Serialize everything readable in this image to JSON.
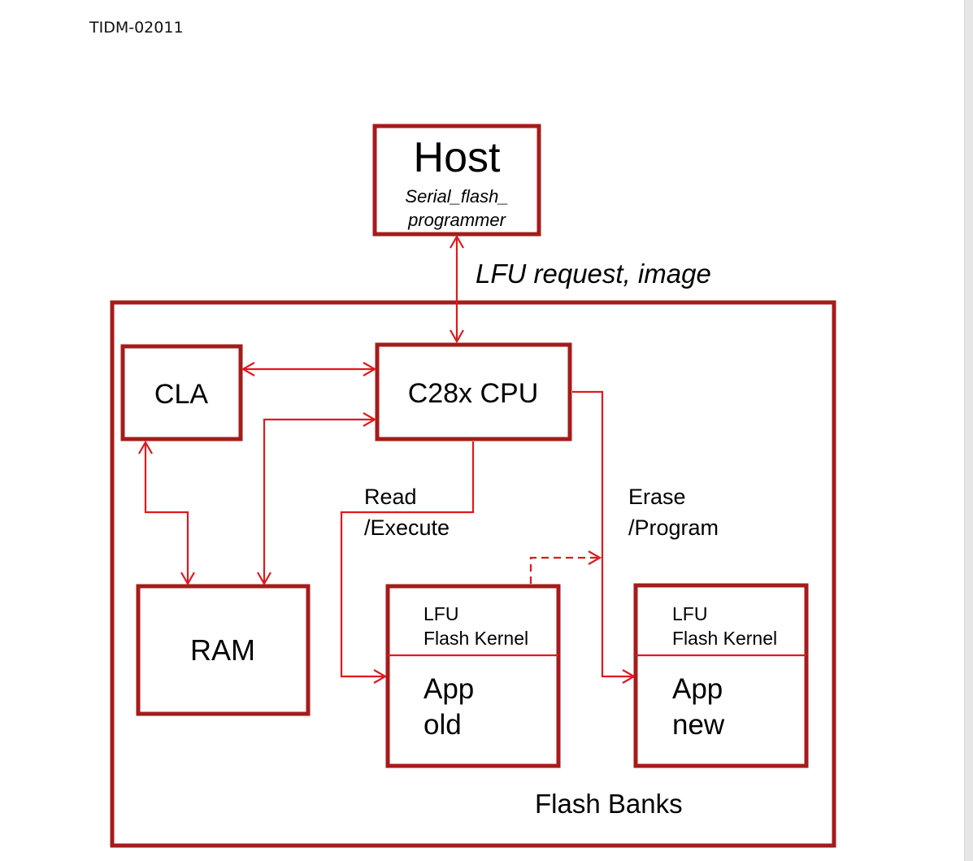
{
  "document": {
    "id": "TIDM-02011"
  },
  "diagram": {
    "host_title": "Host",
    "host_subtitle_1": "Serial_flash_",
    "host_subtitle_2": "programmer",
    "link_label": "LFU request, image",
    "cla": "CLA",
    "cpu": "C28x CPU",
    "ram": "RAM",
    "read_label_1": "Read",
    "read_label_2": "/Execute",
    "erase_label_1": "Erase",
    "erase_label_2": "/Program",
    "bank_old": {
      "kernel_1": "LFU",
      "kernel_2": "Flash Kernel",
      "app_1": "App",
      "app_2": "old"
    },
    "bank_new": {
      "kernel_1": "LFU",
      "kernel_2": "Flash Kernel",
      "app_1": "App",
      "app_2": "new"
    },
    "flash_banks_label": "Flash Banks",
    "colors": {
      "box_stroke": "#a61b1b",
      "arrow": "#e0191e"
    }
  }
}
